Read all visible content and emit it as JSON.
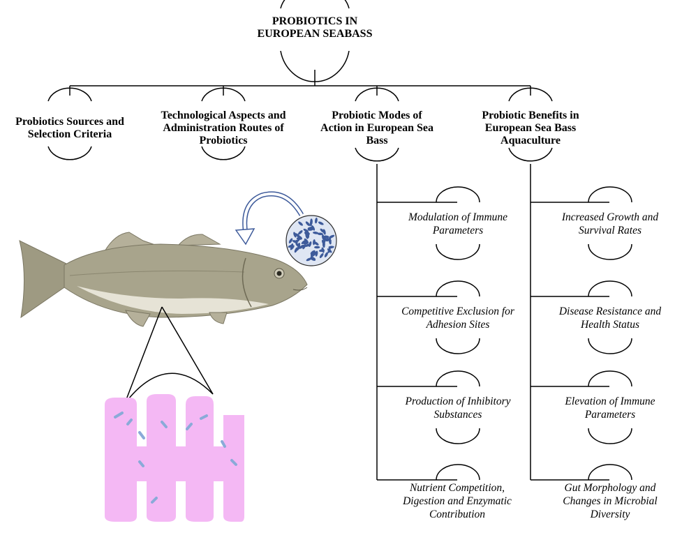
{
  "title": "PROBIOTICS IN EUROPEAN SEABASS",
  "categories": [
    {
      "id": "sources",
      "label": "Probiotics Sources and Selection Criteria"
    },
    {
      "id": "technological",
      "label": "Technological Aspects and Administration Routes of Probiotics"
    },
    {
      "id": "modes",
      "label": "Probiotic Modes of Action in European Sea Bass"
    },
    {
      "id": "benefits",
      "label": "Probiotic Benefits in European Sea Bass Aquaculture"
    }
  ],
  "modes_of_action": [
    "Modulation of Immune Parameters",
    "Competitive Exclusion for Adhesion Sites",
    "Production of Inhibitory Substances",
    "Nutrient Competition, Digestion and Enzymatic Contribution"
  ],
  "benefits": [
    "Increased Growth and Survival Rates",
    "Disease Resistance and Health Status",
    "Elevation of Immune Parameters",
    "Gut Morphology and Changes in Microbial Diversity"
  ],
  "colors": {
    "line": "#000000",
    "fish_body": "#a8a48c",
    "fish_belly": "#e6e3d6",
    "probiotic_cell": "#3d5a9a",
    "gut": "#f4b8f4",
    "gut_bacteria": "#8aaad8",
    "arrow": "#3d5a9a"
  },
  "icons": [
    "sea-bass-fish-image",
    "probiotic-bacteria-circle-icon",
    "curved-arrow-icon",
    "intestine-villi-icon"
  ]
}
